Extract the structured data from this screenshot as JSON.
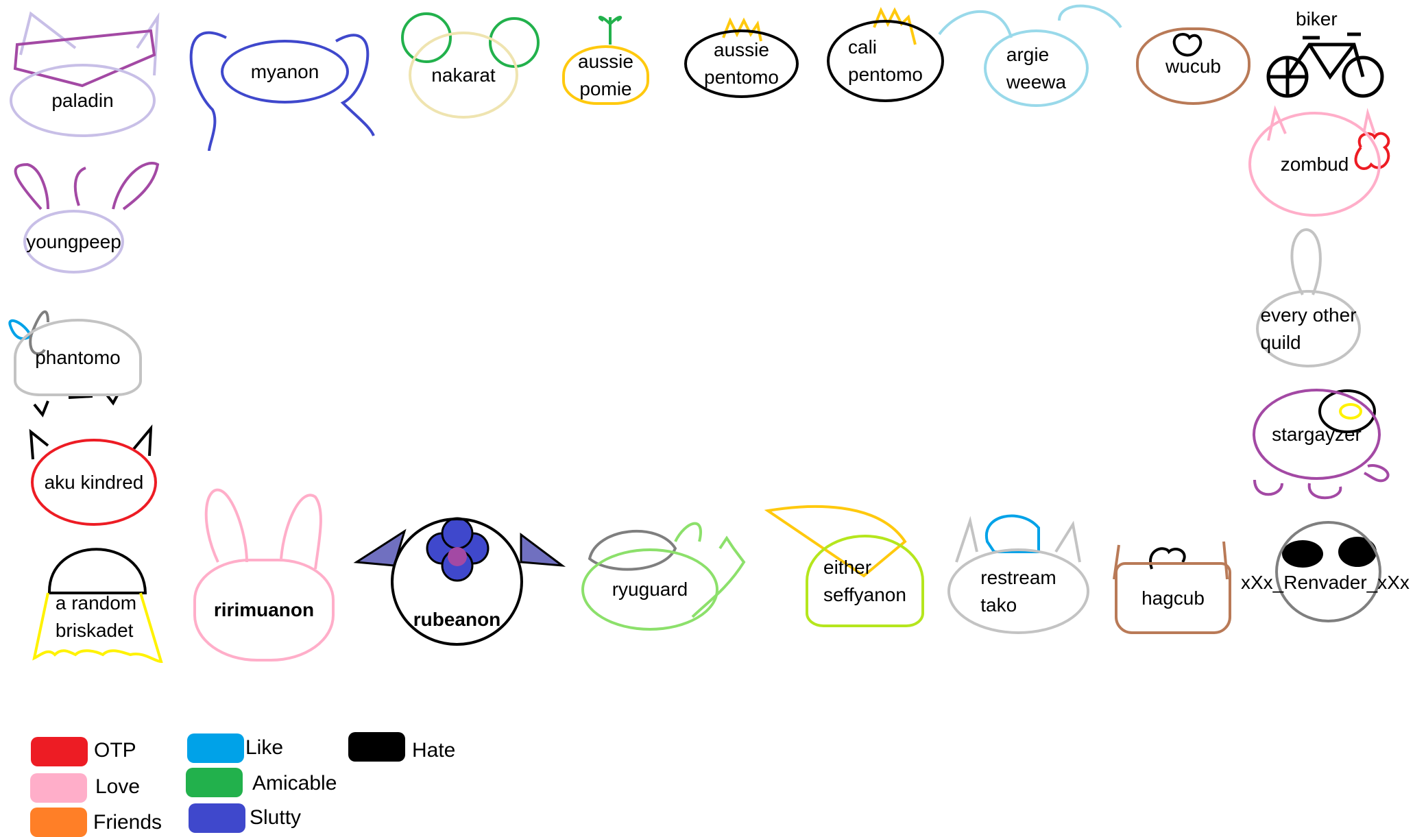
{
  "characters": [
    {
      "name": "paladin",
      "color": "#c8bfe7"
    },
    {
      "name": "myanon",
      "color": "#3f48cc"
    },
    {
      "name": "nakarat",
      "color": "#efe4b0"
    },
    {
      "name": "aussie\npomie",
      "color": "#ffc90e"
    },
    {
      "name": "aussie\npentomo",
      "color": "#000000"
    },
    {
      "name": "cali\npentomo",
      "color": "#000000"
    },
    {
      "name": "argie\nweewa",
      "color": "#99d9ea"
    },
    {
      "name": "wucub",
      "color": "#b97a57"
    },
    {
      "name": "biker",
      "color": "#000000"
    },
    {
      "name": "zombud",
      "color": "#ffaec9"
    },
    {
      "name": "youngpeep",
      "color": "#c8bfe7"
    },
    {
      "name": "every other\nquild",
      "color": "#c3c3c3"
    },
    {
      "name": "phantomo",
      "color": "#c3c3c3"
    },
    {
      "name": "stargayzer",
      "color": "#a349a4"
    },
    {
      "name": "aku kindred",
      "color": "#ed1c24"
    },
    {
      "name": "a random\nbriskadet",
      "color": "#fff200"
    },
    {
      "name": "ririmuanon",
      "color": "#ffaec9"
    },
    {
      "name": "rubeanon",
      "color": "#000000"
    },
    {
      "name": "ryuguard",
      "color": "#8ce06b"
    },
    {
      "name": "either\nseffyanon",
      "color": "#b5e61d"
    },
    {
      "name": "restream\ntako",
      "color": "#c3c3c3"
    },
    {
      "name": "hagcub",
      "color": "#b97a57"
    },
    {
      "name": "xXx_Renvader_xXx",
      "color": "#7f7f7f"
    }
  ],
  "legend": [
    {
      "label": "OTP",
      "color": "#ed1c24"
    },
    {
      "label": "Love",
      "color": "#ffaec9"
    },
    {
      "label": "Friends",
      "color": "#ff7f27"
    },
    {
      "label": "Like",
      "color": "#00a2e8"
    },
    {
      "label": "Amicable",
      "color": "#22b14c"
    },
    {
      "label": "Slutty",
      "color": "#3f48cc"
    },
    {
      "label": "Hate",
      "color": "#000000"
    }
  ]
}
